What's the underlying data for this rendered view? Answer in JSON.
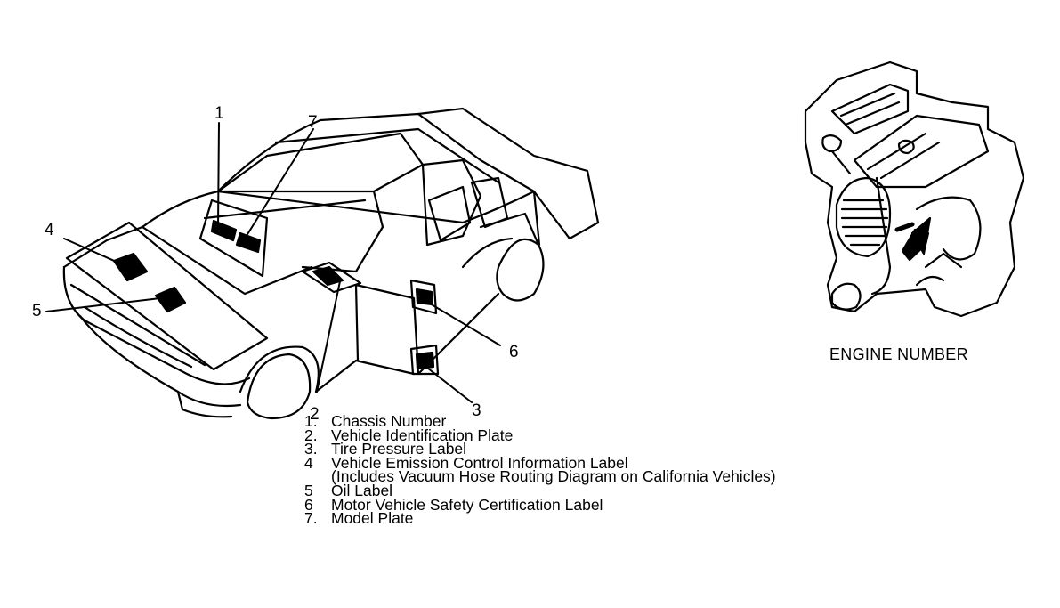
{
  "callouts": [
    {
      "number": "1"
    },
    {
      "number": "2"
    },
    {
      "number": "3"
    },
    {
      "number": "4"
    },
    {
      "number": "5"
    },
    {
      "number": "6"
    },
    {
      "number": "7"
    }
  ],
  "engine": {
    "caption": "ENGINE NUMBER"
  },
  "legend": {
    "items": [
      {
        "num": "1.",
        "text": "Chassis Number"
      },
      {
        "num": "2.",
        "text": "Vehicle Identification Plate"
      },
      {
        "num": "3.",
        "text": "Tire Pressure Label"
      },
      {
        "num": "4",
        "text": "Vehicle Emission Control Information Label"
      },
      {
        "num": "",
        "text": "(Includes Vacuum Hose Routing Diagram on California Vehicles)"
      },
      {
        "num": "5",
        "text": "Oil Label"
      },
      {
        "num": "6",
        "text": "Motor Vehicle Safety Certification Label"
      },
      {
        "num": "7.",
        "text": "Model Plate"
      }
    ]
  },
  "colors": {
    "ink": "#000000",
    "paper": "#ffffff"
  }
}
